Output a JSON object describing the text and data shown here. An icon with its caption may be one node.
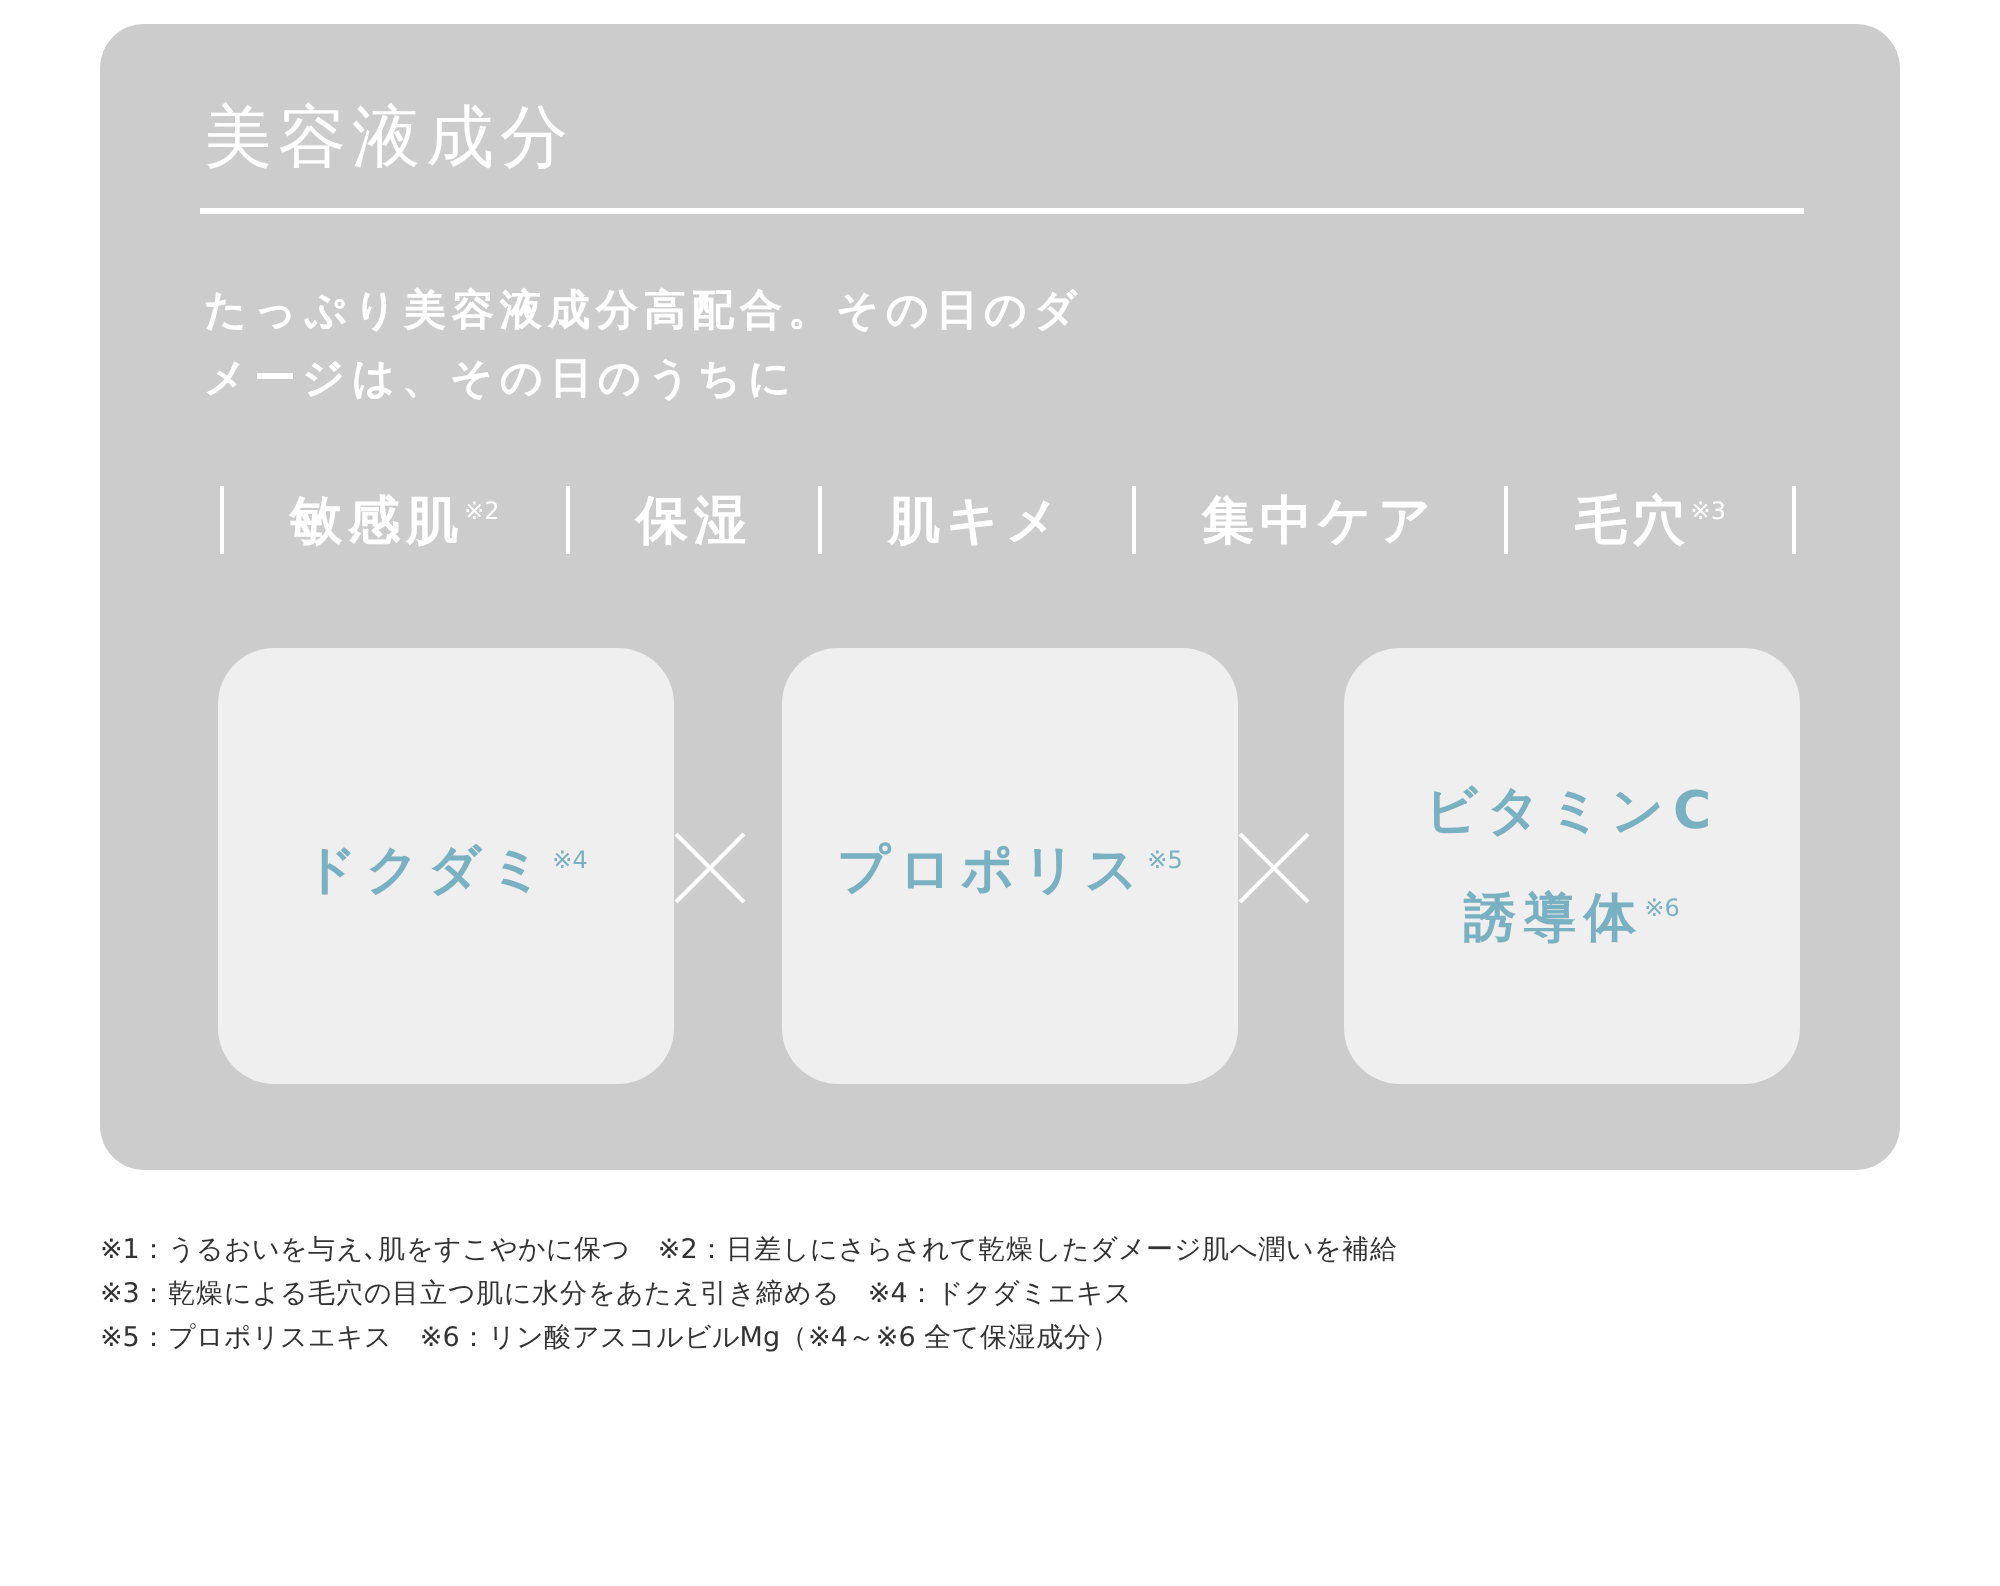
{
  "diagram": {
    "nodes": [
      {
        "text": [
          "美容液成分",
          "たっぷり美容液成分高配合。その日のダメージは、その日のうちに"
        ]
      },
      {
        "text": [
          "ドクダミ$^{※4}$"
        ],
        "in": 0
      },
      {
        "text": [
          "プロポリス$^{※5}$"
        ],
        "in": 0
      },
      {
        "text": [
          "ビタミンC誘導体$^{※6}$"
        ],
        "in": 0
      }
    ],
    "labels": [
      "敏感肌$^{※2}$",
      "保湿",
      "肌キメ",
      "集中ケア",
      "毛穴$^{※3}$",
      "※1：うるおいを与え､肌をすこやかに保つ",
      "※2：日差しにさらされて乾燥したダメージ肌へ潤いを補給",
      "※3：乾燥による毛穴の目立つ肌に水分をあたえ引き締める",
      "※4：ドクダミエキス",
      "※5：プロポリスエキス",
      "※6：リン酸アスコルビルMg（※4～※6 全て保湿成分）"
    ]
  }
}
